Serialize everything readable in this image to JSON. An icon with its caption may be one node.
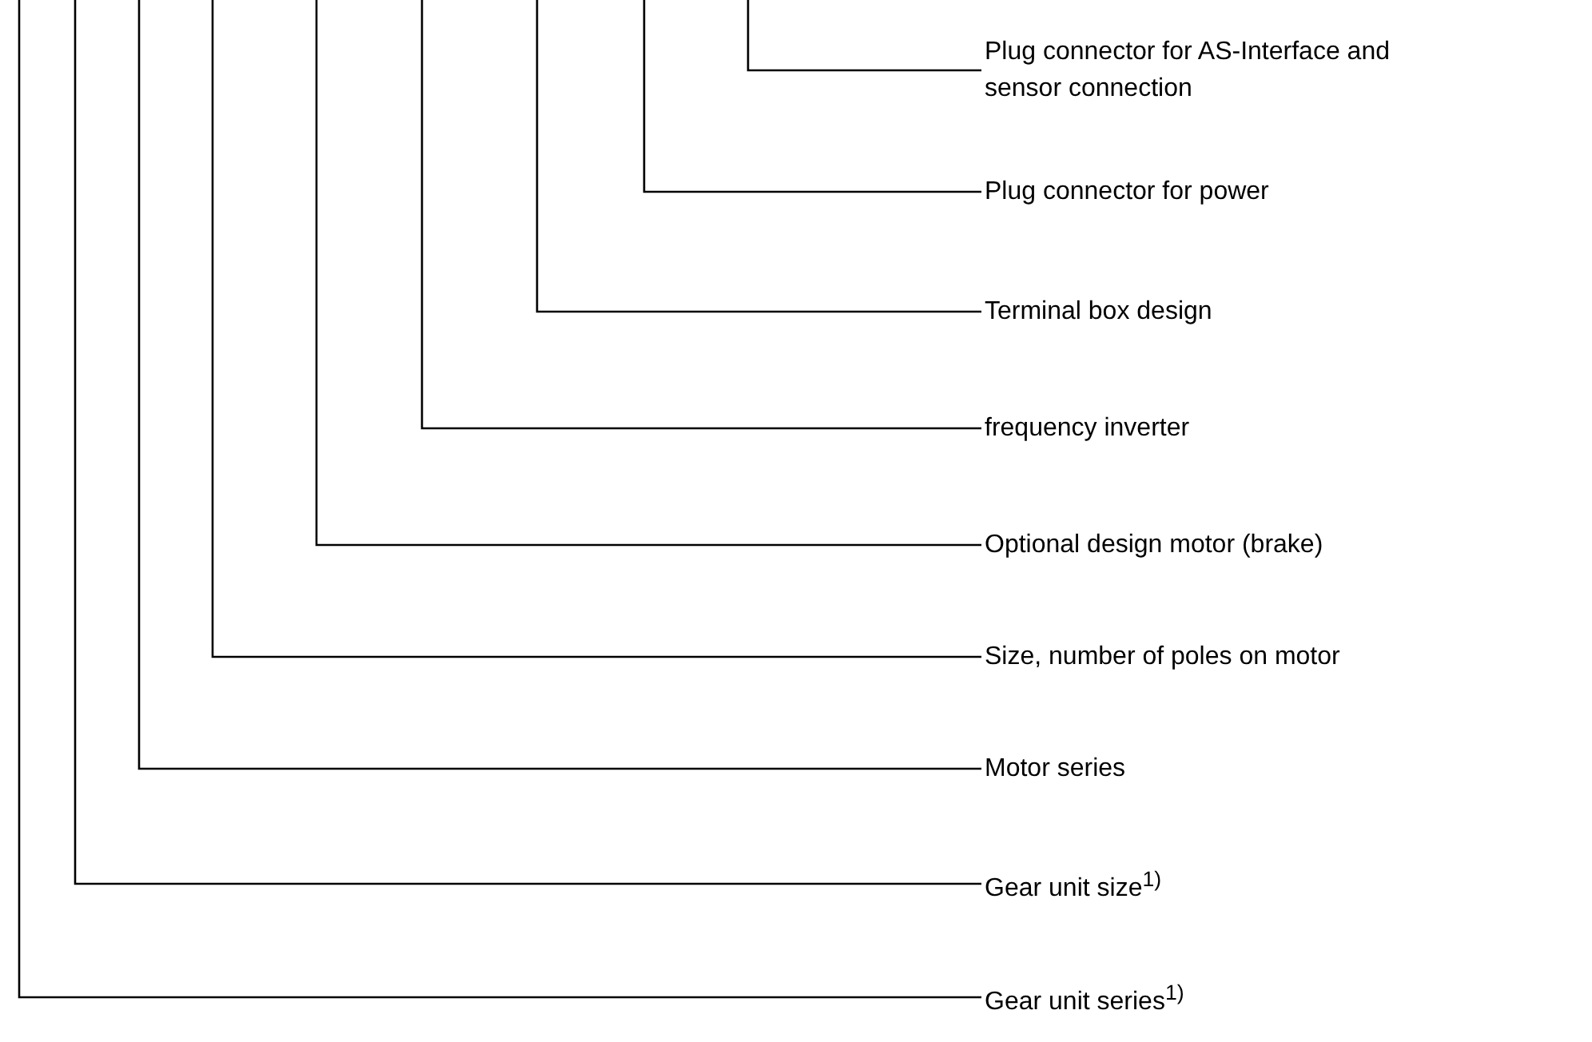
{
  "diagram": {
    "nodes": [
      {
        "text": [
          "Plug connector for AS-Interface and sensor connection"
        ]
      },
      {
        "text": [
          "Plug connector for power"
        ]
      },
      {
        "text": [
          "Terminal box design"
        ]
      },
      {
        "text": [
          "frequency inverter"
        ]
      },
      {
        "text": [
          "Optional design motor (brake)"
        ]
      },
      {
        "text": [
          "Size, number of poles on motor"
        ]
      },
      {
        "text": [
          "Motor series"
        ]
      },
      {
        "text": [
          "Gear unit size$^{1)}$"
        ]
      },
      {
        "text": [
          "Gear unit series$^{1)}$"
        ]
      }
    ],
    "edges": [
      {
        "from": 0,
        "to": null,
        "arrow": "none"
      },
      {
        "from": 1,
        "to": null,
        "arrow": "none"
      },
      {
        "from": 2,
        "to": null,
        "arrow": "none"
      },
      {
        "from": 3,
        "to": null,
        "arrow": "none"
      },
      {
        "from": 4,
        "to": null,
        "arrow": "none"
      },
      {
        "from": 5,
        "to": null,
        "arrow": "none"
      },
      {
        "from": 6,
        "to": null,
        "arrow": "none"
      },
      {
        "from": 7,
        "to": null,
        "arrow": "none"
      },
      {
        "from": 8,
        "to": null,
        "arrow": "none"
      }
    ]
  }
}
